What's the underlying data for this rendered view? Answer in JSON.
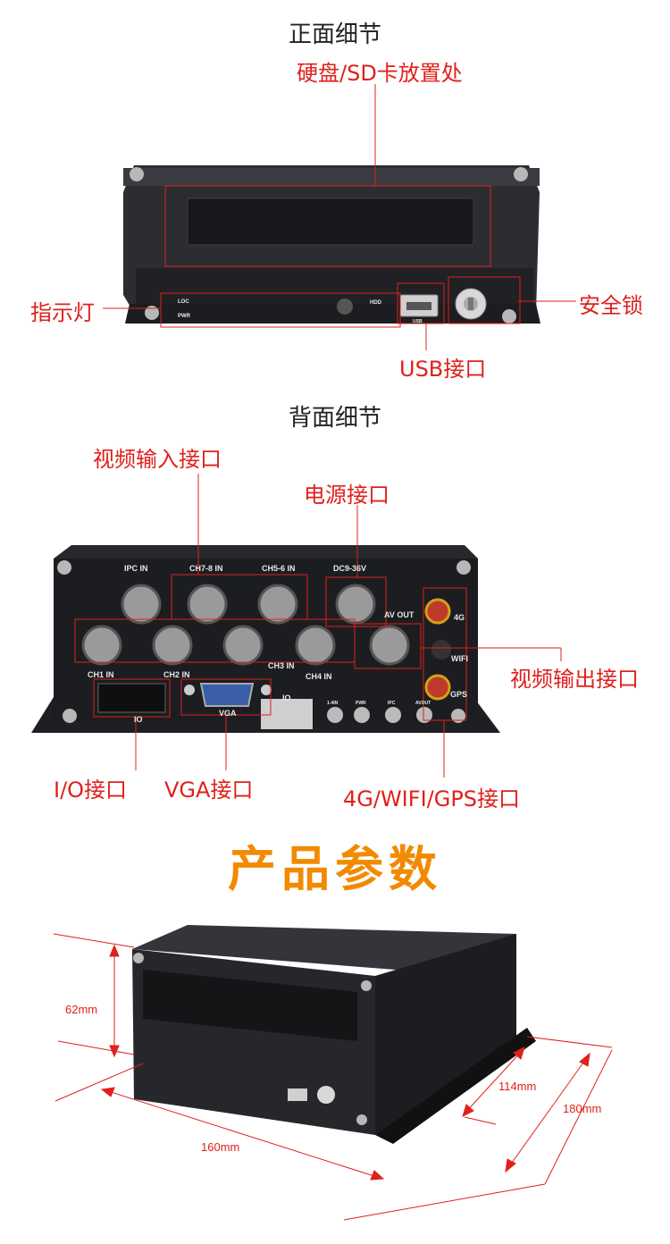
{
  "front": {
    "heading": "正面细节",
    "labels": {
      "storage": "硬盘/SD卡放置处",
      "indicator": "指示灯",
      "lock": "安全锁",
      "usb": "USB接口"
    },
    "device_text": {
      "loc": "LOC",
      "pwr": "PWR",
      "hdd": "HDD",
      "usb": "USB"
    }
  },
  "back": {
    "heading": "背面细节",
    "labels": {
      "video_in": "视频输入接口",
      "power": "电源接口",
      "video_out": "视频输出接口",
      "io": "I/O接口",
      "vga": "VGA接口",
      "wireless": "4G/WIFI/GPS接口"
    },
    "device_text": {
      "ipc_in": "IPC IN",
      "ch78_in": "CH7-8 IN",
      "ch56_in": "CH5-6 IN",
      "dc": "DC9-36V",
      "av_out": "AV OUT",
      "ch1_in": "CH1 IN",
      "ch2_in": "CH2 IN",
      "ch3_in": "CH3 IN",
      "ch4_in": "CH4 IN",
      "vga": "VGA",
      "io": "IO",
      "io2": "IO",
      "g4": "4G",
      "wifi": "WIFI",
      "gps": "GPS",
      "legend_1": "1-4IN",
      "legend_2": "PWR",
      "legend_3": "IPC",
      "legend_4": "AVOUT"
    }
  },
  "params": {
    "title": "产品参数",
    "dims": {
      "height": "62mm",
      "width": "160mm",
      "depth_small": "114mm",
      "depth": "180mm"
    }
  },
  "colors": {
    "accent_red": "#e0201c",
    "title_orange": "#f28a00",
    "device": "#2a2c30"
  }
}
